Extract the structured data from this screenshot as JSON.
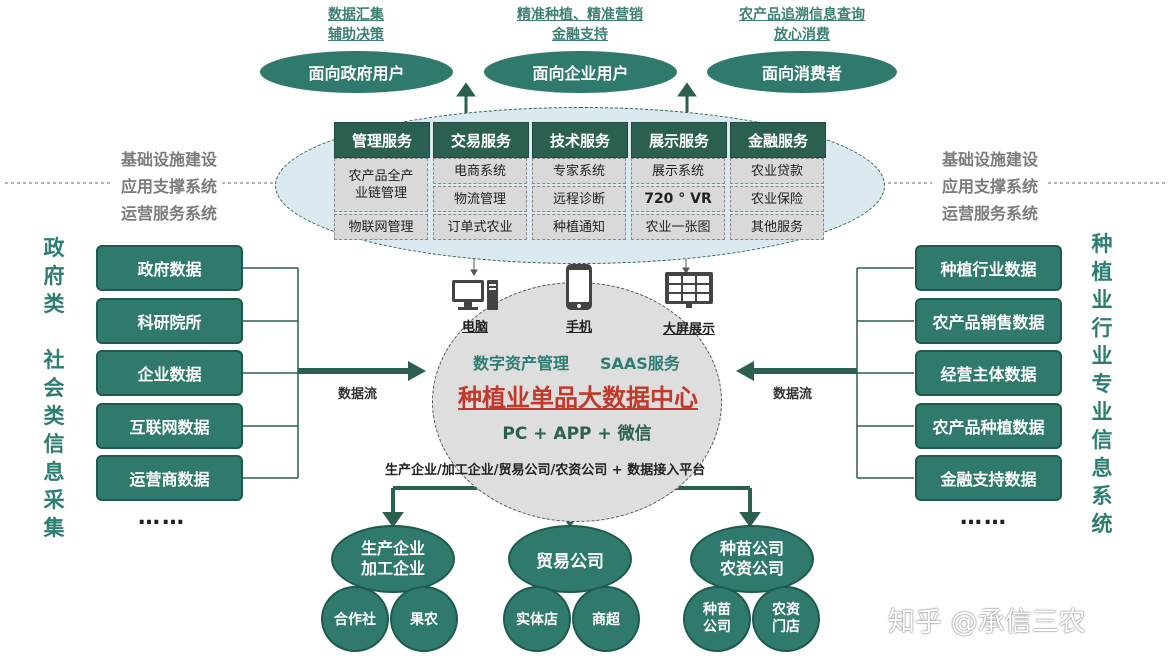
{
  "top_links": [
    {
      "l1": "数据汇集",
      "l2": "辅助决策"
    },
    {
      "l1": "精准种植、精准营销",
      "l2": "金融支持"
    },
    {
      "l1": "农产品追溯信息查询",
      "l2": "放心消费"
    }
  ],
  "user_pills": [
    "面向政府用户",
    "面向企业用户",
    "面向消费者"
  ],
  "services": [
    {
      "head": "管理服务",
      "items": [
        "农产品全产业链管理",
        "物联网管理"
      ]
    },
    {
      "head": "交易服务",
      "items": [
        "电商系统",
        "物流管理",
        "订单式农业"
      ]
    },
    {
      "head": "技术服务",
      "items": [
        "专家系统",
        "远程诊断",
        "种植通知"
      ]
    },
    {
      "head": "展示服务",
      "items": [
        "展示系统",
        "720 ° VR",
        "农业一张图"
      ]
    },
    {
      "head": "金融服务",
      "items": [
        "农业贷款",
        "农业保险",
        "其他服务"
      ]
    }
  ],
  "mgmt_cell_1": {
    "l1": "农产品全产",
    "l2": "业链管理"
  },
  "side_labels": [
    "基础设施建设",
    "应用支撑系统",
    "运营服务系统"
  ],
  "left_vertical": [
    "政",
    "府",
    "类",
    " ",
    "社",
    "会",
    "类",
    "信",
    "息",
    "采",
    "集"
  ],
  "right_vertical": [
    "种",
    "植",
    "业",
    "行",
    "业",
    "专",
    "业",
    "信",
    "息",
    "系",
    "统"
  ],
  "left_sources": [
    "政府数据",
    "科研院所",
    "企业数据",
    "互联网数据",
    "运营商数据"
  ],
  "right_sources": [
    "种植行业数据",
    "农产品销售数据",
    "经营主体数据",
    "农产品种植数据",
    "金融支持数据"
  ],
  "ellipsis": "……",
  "data_flow": "数据流",
  "devices": [
    {
      "icon": "desktop-computer-icon",
      "label": "电脑"
    },
    {
      "icon": "mobile-phone-icon",
      "label": "手机"
    },
    {
      "icon": "large-screen-icon",
      "label": "大屏展示"
    }
  ],
  "center": {
    "sub1": "数字资产管理",
    "sub2": "SAAS服务",
    "title": "种植业单品大数据中心",
    "platforms": "PC + APP + 微信"
  },
  "bottom_caption": "生产企业/加工企业/贸易公司/农资公司 + 数据接入平台",
  "groups": [
    {
      "main_l1": "生产企业",
      "main_l2": "加工企业",
      "subs": [
        {
          "l1": "合作社",
          "l2": ""
        },
        {
          "l1": "果农",
          "l2": ""
        }
      ]
    },
    {
      "main_l1": "贸易公司",
      "main_l2": "",
      "subs": [
        {
          "l1": "实体店",
          "l2": ""
        },
        {
          "l1": "商超",
          "l2": ""
        }
      ]
    },
    {
      "main_l1": "种苗公司",
      "main_l2": "农资公司",
      "subs": [
        {
          "l1": "种苗",
          "l2": "公司"
        },
        {
          "l1": "农资",
          "l2": "门店"
        }
      ]
    }
  ],
  "watermark": "知乎 @承信三农",
  "colors": {
    "teal": "#2f7a6c",
    "dark_teal": "#2b5f52",
    "red": "#c0392b",
    "light_blue": "#dbe9f1"
  }
}
